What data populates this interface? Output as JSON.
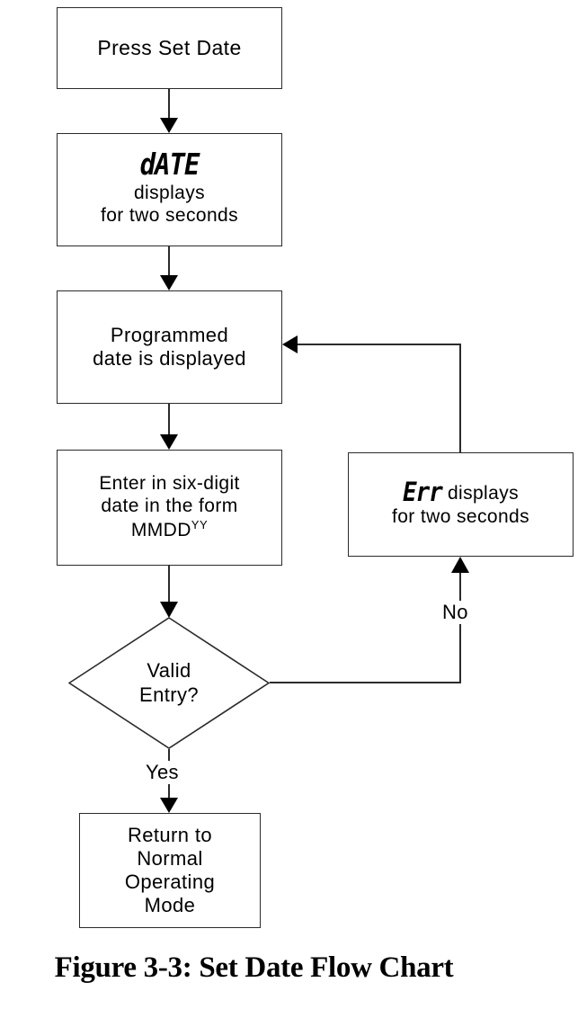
{
  "figure": {
    "caption": "Figure 3-3: Set Date Flow Chart"
  },
  "diagram": {
    "type": "flowchart",
    "nodes": [
      {
        "id": "press-set-date",
        "shape": "process",
        "lines": [
          "Press Set Date"
        ]
      },
      {
        "id": "date-displays",
        "shape": "process",
        "lcd_text": "dATE",
        "lines": [
          "displays",
          "for two seconds"
        ]
      },
      {
        "id": "programmed-date",
        "shape": "process",
        "lines": [
          "Programmed",
          "date is displayed"
        ]
      },
      {
        "id": "enter-date",
        "shape": "process",
        "lines": [
          "Enter in six-digit",
          "date in the form"
        ],
        "line3_base": "MMDD",
        "line3_sup": "YY"
      },
      {
        "id": "err-displays",
        "shape": "process",
        "lcd_text": "Err",
        "after_lcd": "displays",
        "lines": [
          "for two seconds"
        ]
      },
      {
        "id": "valid-entry",
        "shape": "decision",
        "lines": [
          "Valid",
          "Entry?"
        ]
      },
      {
        "id": "return-normal",
        "shape": "process",
        "lines": [
          "Return to",
          "Normal",
          "Operating",
          "Mode"
        ]
      }
    ],
    "edges": [
      {
        "from": "press-set-date",
        "to": "date-displays",
        "label": ""
      },
      {
        "from": "date-displays",
        "to": "programmed-date",
        "label": ""
      },
      {
        "from": "programmed-date",
        "to": "enter-date",
        "label": ""
      },
      {
        "from": "enter-date",
        "to": "valid-entry",
        "label": ""
      },
      {
        "from": "valid-entry",
        "to": "return-normal",
        "label": "Yes"
      },
      {
        "from": "valid-entry",
        "to": "err-displays",
        "label": "No"
      },
      {
        "from": "err-displays",
        "to": "programmed-date",
        "label": ""
      }
    ],
    "labels": {
      "yes": "Yes",
      "no": "No"
    },
    "colors": {
      "stroke": "#2b2b2b",
      "fill": "#ffffff",
      "text": "#000000"
    }
  }
}
